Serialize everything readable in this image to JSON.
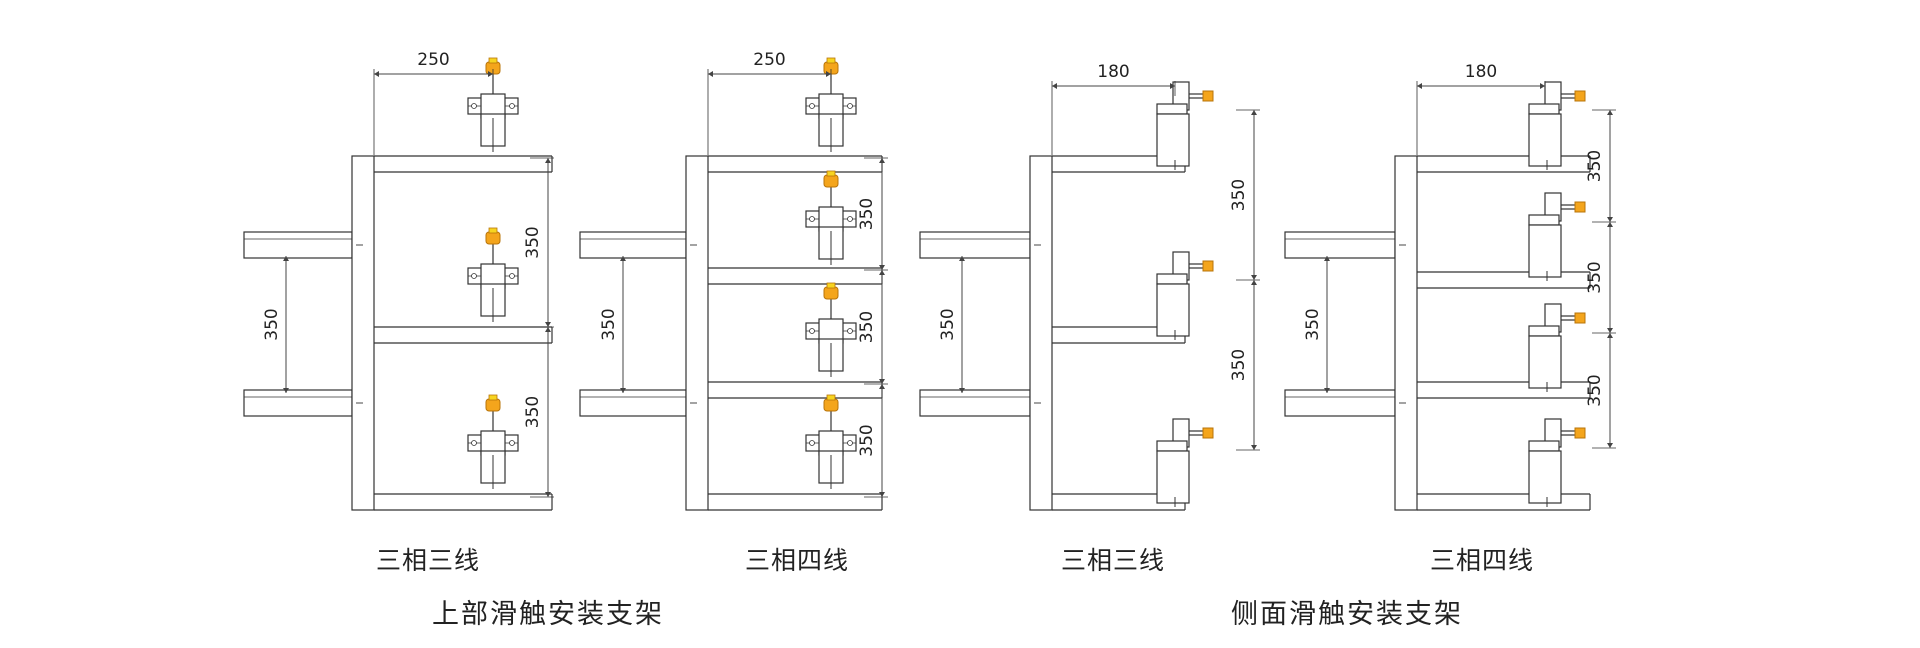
{
  "palette": {
    "line": "#333333",
    "dim": "#444444",
    "collector_orange": "#f4a51c",
    "collector_yellow": "#f7d420",
    "white": "#ffffff"
  },
  "diagrams": [
    {
      "caption": "三相三线",
      "spacing_label": "250",
      "vertical_labels": [
        "350",
        "350"
      ],
      "support_label": "350"
    },
    {
      "caption": "三相四线",
      "spacing_label": "250",
      "vertical_labels": [
        "350",
        "350",
        "350"
      ],
      "support_label": "350"
    },
    {
      "caption": "三相三线",
      "spacing_label": "180",
      "vertical_labels": [
        "350",
        "350"
      ],
      "support_label": "350"
    },
    {
      "caption": "三相四线",
      "spacing_label": "180",
      "vertical_labels": [
        "350",
        "350",
        "350"
      ],
      "support_label": "350"
    }
  ],
  "group_titles": {
    "top": "上部滑触安装支架",
    "side": "侧面滑触安装支架"
  }
}
